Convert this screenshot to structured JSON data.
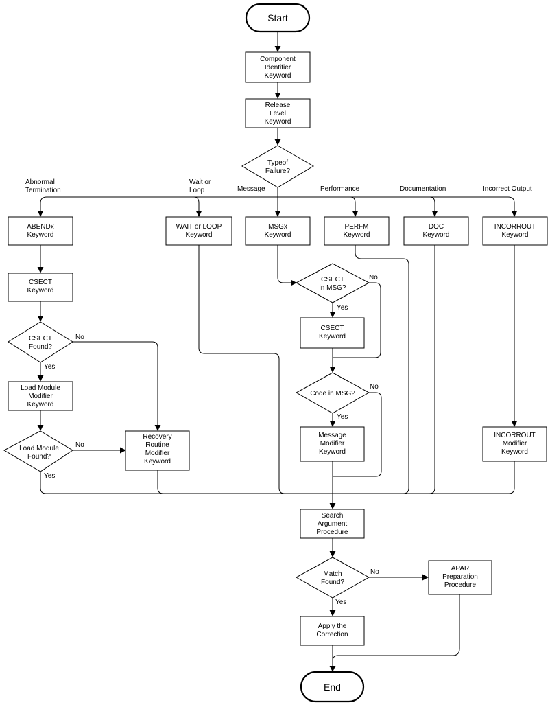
{
  "terminals": {
    "start": "Start",
    "end": "End"
  },
  "boxes": {
    "component": [
      "Component",
      "Identifier",
      "Keyword"
    ],
    "release": [
      "Release",
      "Level",
      "Keyword"
    ],
    "abendx": [
      "ABENDx",
      "Keyword"
    ],
    "waitloop": [
      "WAIT or LOOP",
      "Keyword"
    ],
    "msgx": [
      "MSGx",
      "Keyword"
    ],
    "perfm": [
      "PERFM",
      "Keyword"
    ],
    "doc": [
      "DOC",
      "Keyword"
    ],
    "incorrout": [
      "INCORROUT",
      "Keyword"
    ],
    "csect_left": [
      "CSECT",
      "Keyword"
    ],
    "loadmodule": [
      "Load Module",
      "Modifier",
      "Keyword"
    ],
    "recovery": [
      "Recovery",
      "Routine",
      "Modifier",
      "Keyword"
    ],
    "csect_mid": [
      "CSECT",
      "Keyword"
    ],
    "message_mod": [
      "Message",
      "Modifier",
      "Keyword"
    ],
    "incorrout_mod": [
      "INCORROUT",
      "Modifier",
      "Keyword"
    ],
    "search": [
      "Search",
      "Argument",
      "Procedure"
    ],
    "apar": [
      "APAR",
      "Preparation",
      "Procedure"
    ],
    "apply": [
      "Apply the",
      "Correction"
    ]
  },
  "decisions": {
    "type_failure": [
      "Typeof",
      "Failure?"
    ],
    "csect_found": [
      "CSECT",
      "Found?"
    ],
    "loadmodule_found": [
      "Load Module",
      "Found?"
    ],
    "csect_in_msg": [
      "CSECT",
      "in MSG?"
    ],
    "code_in_msg": [
      "Code in MSG?"
    ],
    "match_found": [
      "Match",
      "Found?"
    ]
  },
  "branch_labels": {
    "abnormal": [
      "Abnormal",
      "Termination"
    ],
    "waitloop": [
      "Wait or",
      "Loop"
    ],
    "message": [
      "Message"
    ],
    "performance": [
      "Performance"
    ],
    "documentation": [
      "Documentation"
    ],
    "incorrect": [
      "Incorrect Output"
    ]
  },
  "answers": {
    "yes": "Yes",
    "no": "No"
  }
}
